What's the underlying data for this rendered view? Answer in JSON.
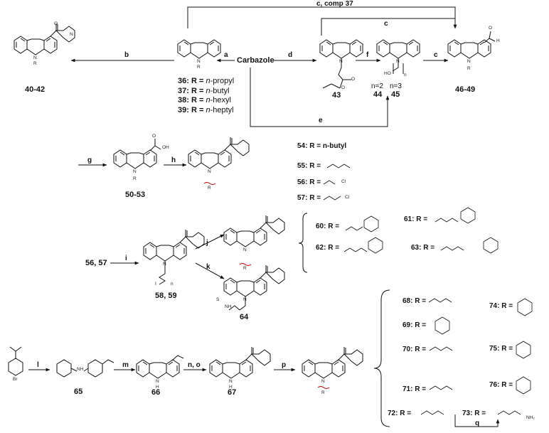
{
  "reagents": {
    "a": "a",
    "b": "b",
    "c": "c",
    "c_comp": "c, comp 37",
    "c2": "c",
    "d": "d",
    "e": "e",
    "f": "f",
    "g": "g",
    "h": "h",
    "i": "i",
    "j": "j",
    "k": "k",
    "l": "l",
    "m": "m",
    "no": "n, o",
    "p": "p",
    "q": "q"
  },
  "labels": {
    "carbazole": "Carbazole",
    "c4042": "40-42",
    "c43": "43",
    "c44": "44",
    "c45": "45",
    "n2": "n=2",
    "n3": "n=3",
    "c4649": "46-49",
    "c5053": "50-53",
    "c5657": "56, 57",
    "c5859": "58, 59",
    "c64": "64",
    "c65": "65",
    "c66": "66",
    "c67": "67"
  },
  "r_list_36_39": [
    {
      "num": "36:",
      "text": " R = ",
      "sub": "n",
      "rest": "-propyl"
    },
    {
      "num": "37:",
      "text": " R = ",
      "sub": "n",
      "rest": "-butyl"
    },
    {
      "num": "38:",
      "text": " R = ",
      "sub": "n",
      "rest": "-hexyl"
    },
    {
      "num": "39:",
      "text": " R = ",
      "sub": "n",
      "rest": "-heptyl"
    }
  ],
  "r_defs": {
    "r54": "54: R = n-butyl",
    "r55": "55: R =",
    "r56": "56: R =",
    "r57": "57: R =",
    "r60": "60: R =",
    "r61": "61: R =",
    "r62": "62: R =",
    "r63": "63: R =",
    "r68": "68: R =",
    "r69": "69: R =",
    "r70": "70: R =",
    "r71": "71: R =",
    "r72": "72: R =",
    "r73": "73: R =",
    "r74": "74: R =",
    "r75": "75: R =",
    "r76": "76: R ="
  },
  "atoms": {
    "N": "N",
    "R": "R",
    "O": "O",
    "H": "H",
    "HO": "HO",
    "NH": "NH",
    "S": "S",
    "Cl": "Cl",
    "I": "I",
    "n": "n",
    "Br": "Br",
    "NH2": "NH₂",
    "OH": "OH"
  }
}
